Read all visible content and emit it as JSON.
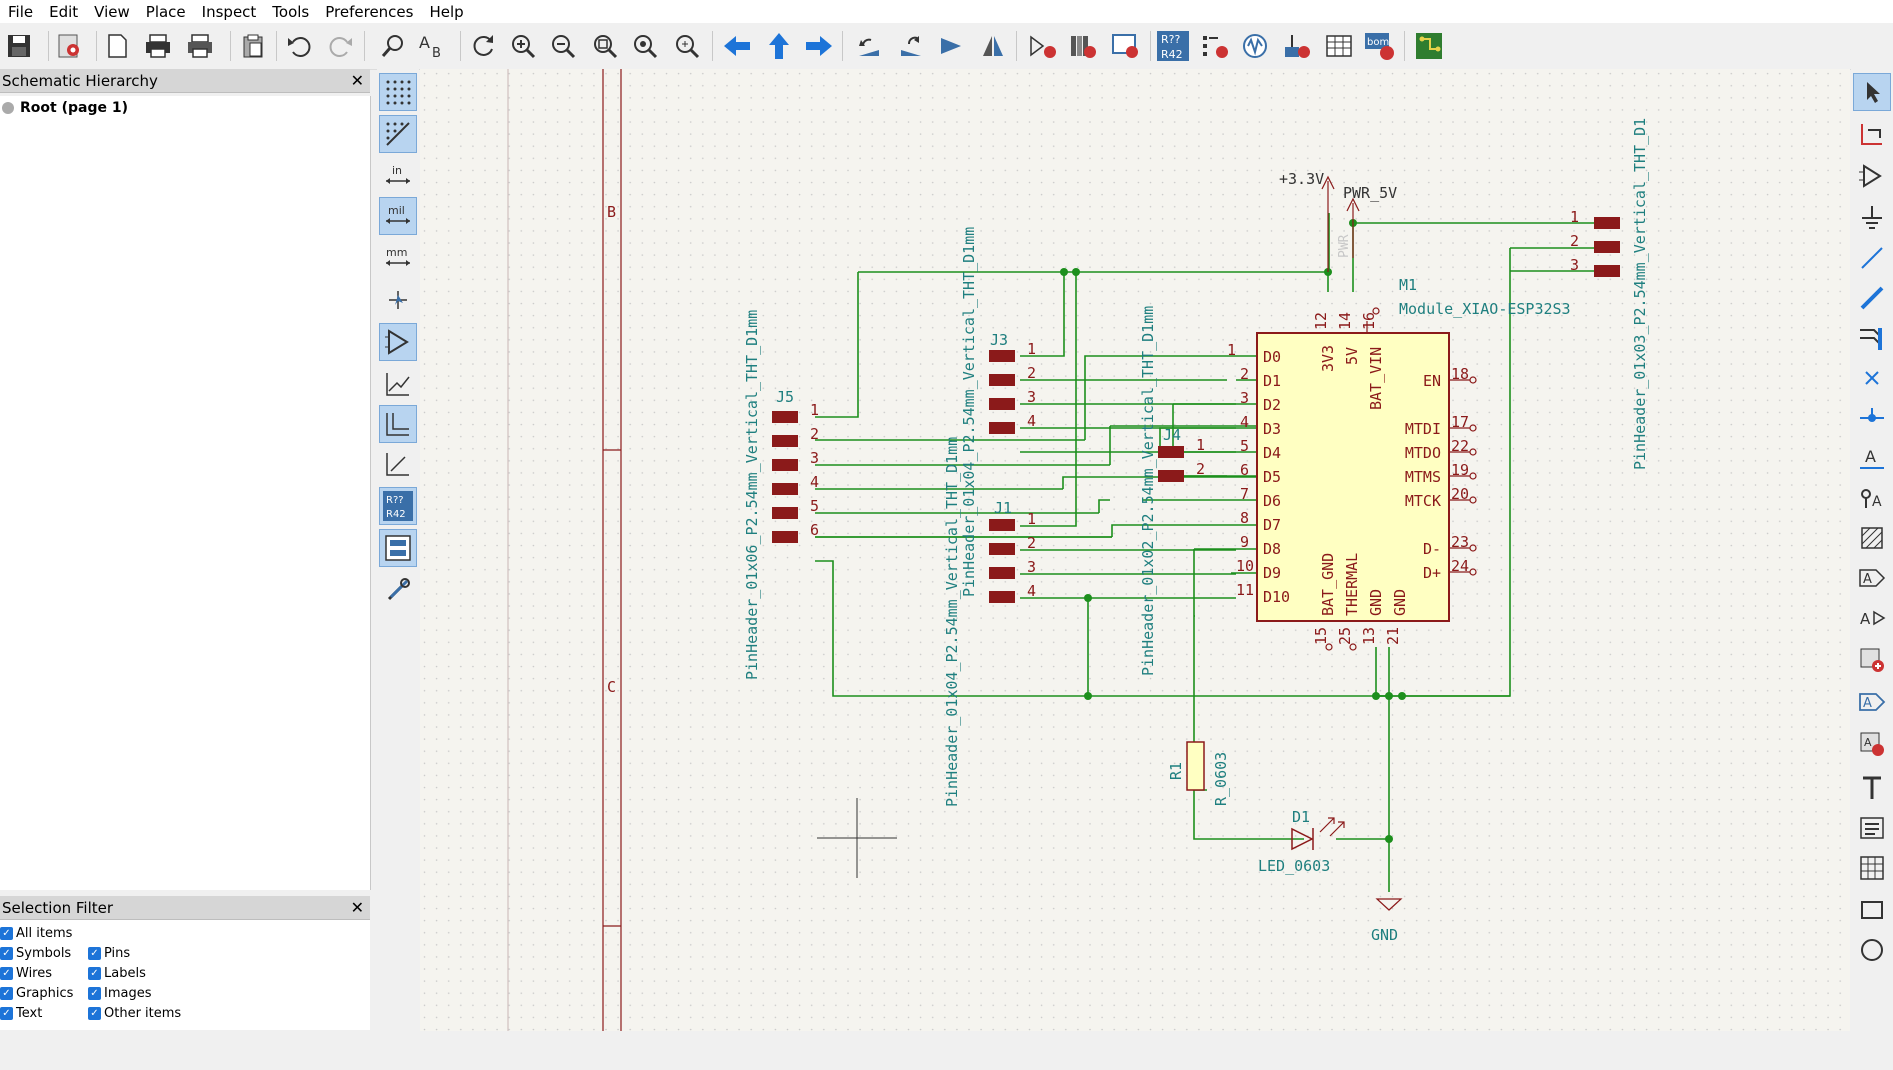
{
  "menu": [
    "File",
    "Edit",
    "View",
    "Place",
    "Inspect",
    "Tools",
    "Preferences",
    "Help"
  ],
  "hierarchy": {
    "title": "Schematic Hierarchy",
    "root": "Root (page 1)"
  },
  "selection_filter": {
    "title": "Selection Filter",
    "items": [
      {
        "label": "All items",
        "checked": true
      },
      {
        "label": "Symbols",
        "checked": true
      },
      {
        "label": "Pins",
        "checked": true
      },
      {
        "label": "Wires",
        "checked": true
      },
      {
        "label": "Labels",
        "checked": true
      },
      {
        "label": "Graphics",
        "checked": true
      },
      {
        "label": "Images",
        "checked": true
      },
      {
        "label": "Text",
        "checked": true
      },
      {
        "label": "Other items",
        "checked": true
      }
    ]
  },
  "left_toolbar": {
    "unit_in": "in",
    "unit_mil": "mil",
    "unit_mm": "mm",
    "annotate_top": "R??",
    "annotate_bottom": "R42"
  },
  "toolbar": {
    "annotate_top": "R??",
    "annotate_bottom": "R42",
    "bom_label": "bom"
  },
  "schematic": {
    "sheet_border_B": "B",
    "sheet_border_C": "C",
    "power_33": "+3.3V",
    "power_5v": "PWR_5V",
    "power_flag": "PWR",
    "gnd": "GND",
    "module_ref": "M1",
    "module_value": "Module_XIAO-ESP32S3",
    "module_left_pins": [
      {
        "num": "1",
        "name": "D0"
      },
      {
        "num": "2",
        "name": "D1"
      },
      {
        "num": "3",
        "name": "D2"
      },
      {
        "num": "4",
        "name": "D3"
      },
      {
        "num": "5",
        "name": "D4"
      },
      {
        "num": "6",
        "name": "D5"
      },
      {
        "num": "7",
        "name": "D6"
      },
      {
        "num": "8",
        "name": "D7"
      },
      {
        "num": "9",
        "name": "D8"
      },
      {
        "num": "10",
        "name": "D9"
      },
      {
        "num": "11",
        "name": "D10"
      }
    ],
    "module_right_pins": [
      {
        "num": "18",
        "name": "EN"
      },
      {
        "num": "17",
        "name": "MTDI"
      },
      {
        "num": "22",
        "name": "MTDO"
      },
      {
        "num": "19",
        "name": "MTMS"
      },
      {
        "num": "20",
        "name": "MTCK"
      },
      {
        "num": "23",
        "name": "D-"
      },
      {
        "num": "24",
        "name": "D+"
      }
    ],
    "module_top_pins": [
      {
        "num": "12",
        "name": "3V3"
      },
      {
        "num": "14",
        "name": "5V"
      },
      {
        "num": "16",
        "name": "BAT_VIN"
      }
    ],
    "module_bottom_pins": [
      {
        "num": "15",
        "name": "BAT_GND"
      },
      {
        "num": "25",
        "name": "THERMAL"
      },
      {
        "num": "13",
        "name": "GND"
      },
      {
        "num": "21",
        "name": "GND"
      }
    ],
    "j5": {
      "ref": "J5",
      "value": "PinHeader_01x06_P2.54mm_Vertical_THT_D1mm",
      "pins": [
        "1",
        "2",
        "3",
        "4",
        "5",
        "6"
      ]
    },
    "j3": {
      "ref": "J3",
      "value": "PinHeader_01x04_P2.54mm_Vertical_THT_D1mm",
      "pins": [
        "1",
        "2",
        "3",
        "4"
      ]
    },
    "j1": {
      "ref": "J1",
      "value": "PinHeader_01x04_P2.54mm_Vertical_THT_D1mm",
      "pins": [
        "1",
        "2",
        "3",
        "4"
      ]
    },
    "j4": {
      "ref": "J4",
      "value": "PinHeader_01x02_P2.54mm_Vertical_THT_D1mm",
      "pins": [
        "1",
        "2"
      ]
    },
    "j2": {
      "value": "PinHeader_01x03_P2.54mm_Vertical_THT_D1",
      "pins": [
        "1",
        "2",
        "3"
      ]
    },
    "r1": {
      "ref": "R1",
      "value": "R_0603"
    },
    "d1": {
      "ref": "D1",
      "value": "LED_0603"
    }
  },
  "colors": {
    "wire": "#1d8f1d",
    "pin": "#8b1a1a",
    "text": "#1f7f7f",
    "symbol_fill": "#ffffc2",
    "border": "#8b1a1a"
  }
}
